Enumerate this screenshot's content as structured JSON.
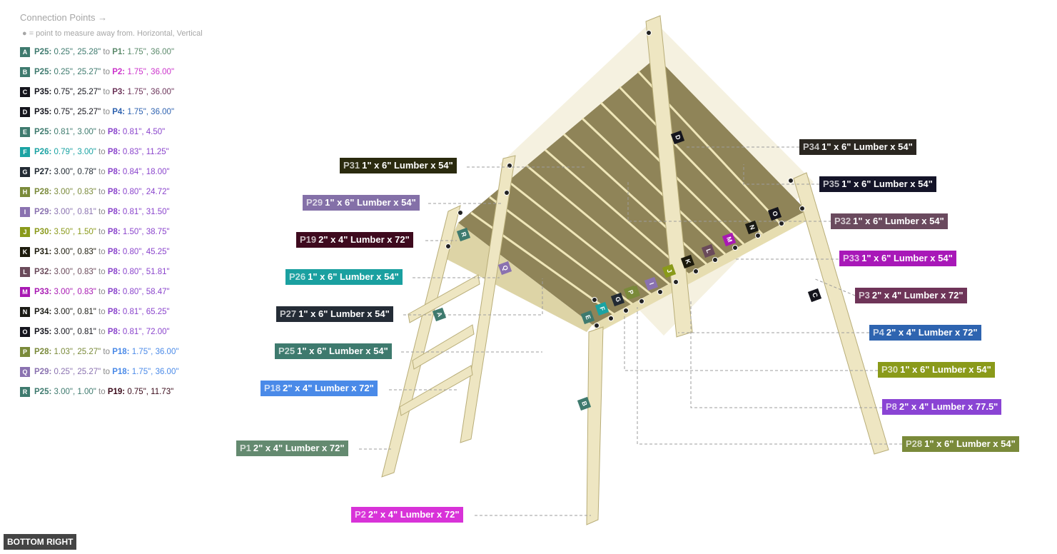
{
  "legend": {
    "title": "Connection Points →",
    "subtitle": "● = point to measure away from. Horizontal, Vertical",
    "connector_word": "to",
    "connections": [
      {
        "id": "A",
        "color": "#3e7a6e",
        "from": "P25:",
        "from_color": "#3e7a6e",
        "from_vals": "0.25\", 25.28\"",
        "to": "P1:",
        "to_color": "#5b8a6a",
        "to_vals": "1.75\", 36.00\""
      },
      {
        "id": "B",
        "color": "#3e7a6e",
        "from": "P25:",
        "from_color": "#3e7a6e",
        "from_vals": "0.25\", 25.27\"",
        "to": "P2:",
        "to_color": "#cc33cc",
        "to_vals": "1.75\", 36.00\""
      },
      {
        "id": "C",
        "color": "#14141c",
        "from": "P35:",
        "from_color": "#14141c",
        "from_vals": "0.75\", 25.27\"",
        "to": "P3:",
        "to_color": "#6b3358",
        "to_vals": "1.75\", 36.00\""
      },
      {
        "id": "D",
        "color": "#14141c",
        "from": "P35:",
        "from_color": "#14141c",
        "from_vals": "0.75\", 25.27\"",
        "to": "P4:",
        "to_color": "#2e62b0",
        "to_vals": "1.75\", 36.00\""
      },
      {
        "id": "E",
        "color": "#3e7a6e",
        "from": "P25:",
        "from_color": "#3e7a6e",
        "from_vals": "0.81\", 3.00\"",
        "to": "P8:",
        "to_color": "#8a44cc",
        "to_vals": "0.81\", 4.50\""
      },
      {
        "id": "F",
        "color": "#1ba3a3",
        "from": "P26:",
        "from_color": "#1ba3a3",
        "from_vals": "0.79\", 3.00\"",
        "to": "P8:",
        "to_color": "#8a44cc",
        "to_vals": "0.83\", 11.25\""
      },
      {
        "id": "G",
        "color": "#222a33",
        "from": "P27:",
        "from_color": "#222a33",
        "from_vals": "3.00\", 0.78\"",
        "to": "P8:",
        "to_color": "#8a44cc",
        "to_vals": "0.84\", 18.00\""
      },
      {
        "id": "H",
        "color": "#7a8a3a",
        "from": "P28:",
        "from_color": "#7a8a3a",
        "from_vals": "3.00\", 0.83\"",
        "to": "P8:",
        "to_color": "#8a44cc",
        "to_vals": "0.80\", 24.72\""
      },
      {
        "id": "I",
        "color": "#8a72b0",
        "from": "P29:",
        "from_color": "#8a72b0",
        "from_vals": "3.00\", 0.81\"",
        "to": "P8:",
        "to_color": "#8a44cc",
        "to_vals": "0.81\", 31.50\""
      },
      {
        "id": "J",
        "color": "#8a9a1a",
        "from": "P30:",
        "from_color": "#8a9a1a",
        "from_vals": "3.50\", 1.50\"",
        "to": "P8:",
        "to_color": "#8a44cc",
        "to_vals": "1.50\", 38.75\""
      },
      {
        "id": "K",
        "color": "#1c1a0c",
        "from": "P31:",
        "from_color": "#1c1a0c",
        "from_vals": "3.00\", 0.83\"",
        "to": "P8:",
        "to_color": "#8a44cc",
        "to_vals": "0.80\", 45.25\""
      },
      {
        "id": "L",
        "color": "#6a4a5a",
        "from": "P32:",
        "from_color": "#6a4a5a",
        "from_vals": "3.00\", 0.83\"",
        "to": "P8:",
        "to_color": "#8a44cc",
        "to_vals": "0.80\", 51.81\""
      },
      {
        "id": "M",
        "color": "#a819b3",
        "from": "P33:",
        "from_color": "#a819b3",
        "from_vals": "3.00\", 0.83\"",
        "to": "P8:",
        "to_color": "#8a44cc",
        "to_vals": "0.80\", 58.47\""
      },
      {
        "id": "N",
        "color": "#1a1a14",
        "from": "P34:",
        "from_color": "#1a1a14",
        "from_vals": "3.00\", 0.81\"",
        "to": "P8:",
        "to_color": "#8a44cc",
        "to_vals": "0.81\", 65.25\""
      },
      {
        "id": "O",
        "color": "#14141c",
        "from": "P35:",
        "from_color": "#14141c",
        "from_vals": "3.00\", 0.81\"",
        "to": "P8:",
        "to_color": "#8a44cc",
        "to_vals": "0.81\", 72.00\""
      },
      {
        "id": "P",
        "color": "#7a8a3a",
        "from": "P28:",
        "from_color": "#7a8a3a",
        "from_vals": "1.03\", 25.27\"",
        "to": "P18:",
        "to_color": "#4a8ae8",
        "to_vals": "1.75\", 36.00\""
      },
      {
        "id": "Q",
        "color": "#8a72b0",
        "from": "P29:",
        "from_color": "#8a72b0",
        "from_vals": "0.25\", 25.27\"",
        "to": "P18:",
        "to_color": "#4a8ae8",
        "to_vals": "1.75\", 36.00\""
      },
      {
        "id": "R",
        "color": "#3e7a6e",
        "from": "P25:",
        "from_color": "#3e7a6e",
        "from_vals": "3.00\", 1.00\"",
        "to": "P19:",
        "to_color": "#3a0a1a",
        "to_vals": "0.75\", 11.73\""
      }
    ]
  },
  "parts": [
    {
      "id": "P34",
      "desc": "1\" x 6\" Lumber x 54\"",
      "color": "#2a2620"
    },
    {
      "id": "P31",
      "desc": "1\" x 6\" Lumber x 54\"",
      "color": "#2a2a0e"
    },
    {
      "id": "P35",
      "desc": "1\" x 6\" Lumber x 54\"",
      "color": "#141428"
    },
    {
      "id": "P29",
      "desc": "1\" x 6\" Lumber x 54\"",
      "color": "#8470a8"
    },
    {
      "id": "P32",
      "desc": "1\" x 6\" Lumber x 54\"",
      "color": "#6a4a5e"
    },
    {
      "id": "P19",
      "desc": "2\" x 4\" Lumber  x 72\"",
      "color": "#3e0a1e"
    },
    {
      "id": "P33",
      "desc": "1\" x 6\" Lumber x 54\"",
      "color": "#a818b8"
    },
    {
      "id": "P26",
      "desc": "1\" x 6\" Lumber x 54\"",
      "color": "#1aa0a0"
    },
    {
      "id": "P3",
      "desc": "2\" x 4\" Lumber  x 72\"",
      "color": "#6e3458"
    },
    {
      "id": "P27",
      "desc": "1\" x 6\" Lumber x 54\"",
      "color": "#242c36"
    },
    {
      "id": "P4",
      "desc": "2\" x 4\" Lumber  x 72\"",
      "color": "#2e64b0"
    },
    {
      "id": "P25",
      "desc": "1\" x 6\" Lumber x 54\"",
      "color": "#3e7a6e"
    },
    {
      "id": "P30",
      "desc": "1\" x 6\" Lumber x 54\"",
      "color": "#8a9a1a"
    },
    {
      "id": "P18",
      "desc": "2\" x 4\" Lumber  x 72\"",
      "color": "#4a8ae8"
    },
    {
      "id": "P8",
      "desc": "2\" x 4\" Lumber  x 77.5\"",
      "color": "#8a44d4"
    },
    {
      "id": "P1",
      "desc": "2\" x 4\" Lumber  x 72\"",
      "color": "#648a70"
    },
    {
      "id": "P28",
      "desc": "1\" x 6\" Lumber x 54\"",
      "color": "#7a8a3a"
    },
    {
      "id": "P2",
      "desc": "2\" x 4\" Lumber  x 72\"",
      "color": "#d832d8"
    }
  ],
  "view_button": "BOTTOM RIGHT",
  "colors": {
    "wood": "#eee6c2",
    "wood_edge": "#b8ad78",
    "deck": "#8f8458",
    "slat": "#efe6b8"
  }
}
